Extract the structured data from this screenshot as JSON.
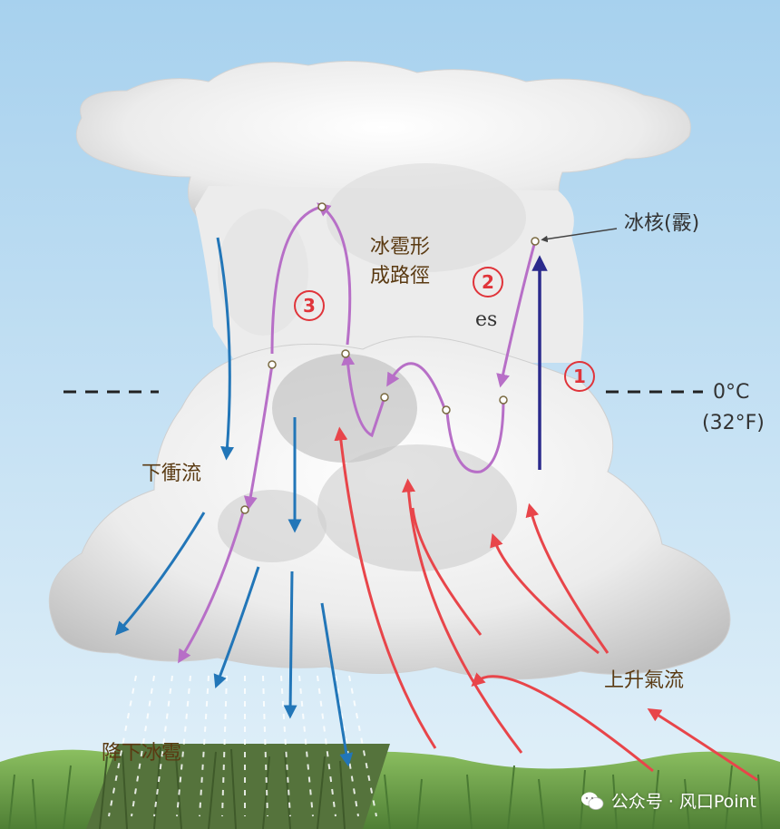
{
  "labels": {
    "ice_core": "冰核(霰)",
    "hail_path_line1": "冰雹形",
    "hail_path_line2": "成路徑",
    "es": "es",
    "freezing_c": "0°C",
    "freezing_f": "(32°F)",
    "downdraft": "下衝流",
    "updraft": "上升氣流",
    "hail_fall": "降下冰雹"
  },
  "steps": [
    "1",
    "2",
    "3"
  ],
  "watermark": "公众号 · 风口Point",
  "colors": {
    "sky_top": "#aad3ee",
    "sky_bottom": "#dceef8",
    "updraft_arrow": "#e8454a",
    "downdraft_arrow": "#2276b8",
    "hail_path": "#b76fc7",
    "ice_rise": "#2b2a8c",
    "step_circle": "#e0343a",
    "grass": "#6f9a4f",
    "label_text": "#5a3a12"
  }
}
